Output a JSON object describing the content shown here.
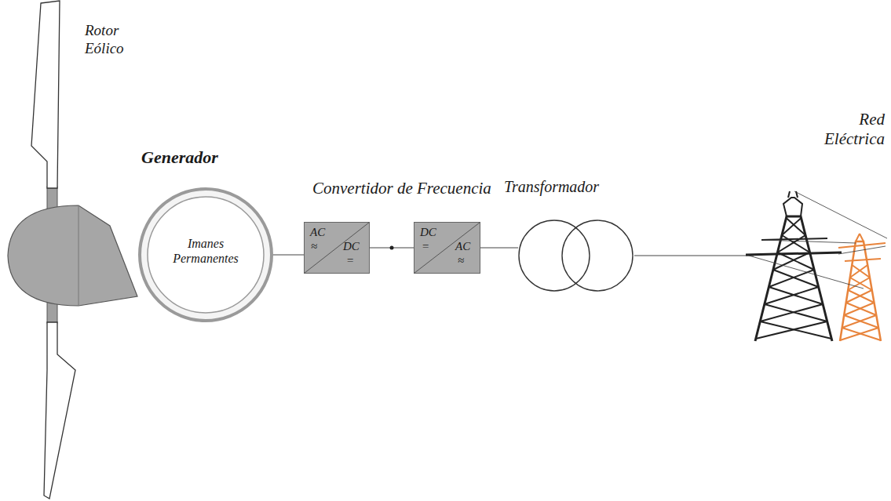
{
  "diagram": {
    "nodes": [
      {
        "text": [
          "Rotor Eólico"
        ]
      },
      {
        "text": [
          "Generador",
          "Imanes Permanentes"
        ]
      },
      {
        "text": [
          "AC",
          "≈",
          "DC",
          "="
        ]
      },
      {
        "text": [
          "DC",
          "=",
          "AC",
          "≈"
        ]
      },
      {
        "text": [
          "Transformador"
        ]
      },
      {
        "text": [
          "Red Eléctrica"
        ]
      }
    ],
    "edges": [
      {
        "from": 0,
        "to": 1,
        "arrow": "none"
      },
      {
        "from": 1,
        "to": 2,
        "arrow": "none"
      },
      {
        "from": 2,
        "to": 3,
        "arrow": "none"
      },
      {
        "from": 3,
        "to": 4,
        "arrow": "none"
      },
      {
        "from": 4,
        "to": 5,
        "arrow": "none"
      }
    ],
    "labels": [
      "Convertidor de Frecuencia"
    ]
  }
}
